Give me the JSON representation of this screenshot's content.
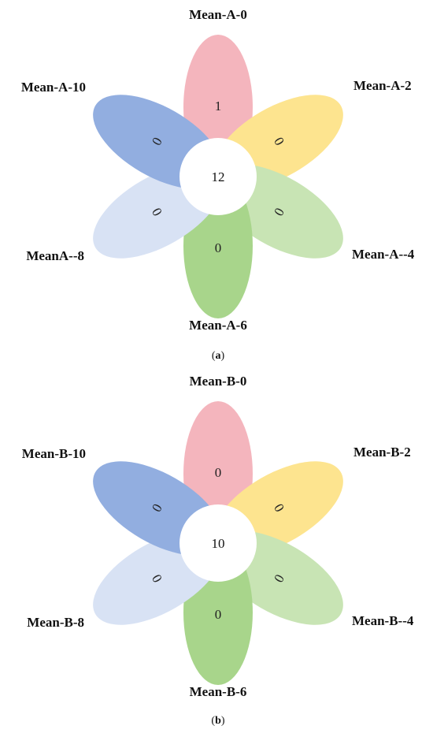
{
  "colors": {
    "pink": "#F4B5BD",
    "yellow": "#FDE48F",
    "light_green": "#C8E4B4",
    "green": "#A8D58B",
    "light_blue": "#D8E2F4",
    "blue": "#92AEE0",
    "center": "#FFFFFF"
  },
  "diagrams": [
    {
      "caption_letter": "a",
      "center_value": "12",
      "petals": [
        {
          "label": "Mean-A-0",
          "value": "1",
          "color": "pink"
        },
        {
          "label": "Mean-A-2",
          "value": "0",
          "color": "yellow"
        },
        {
          "label": "Mean-A--4",
          "value": "0",
          "color": "light_green"
        },
        {
          "label": "Mean-A-6",
          "value": "0",
          "color": "green"
        },
        {
          "label": "MeanA--8",
          "value": "0",
          "color": "light_blue"
        },
        {
          "label": "Mean-A-10",
          "value": "0",
          "color": "blue"
        }
      ]
    },
    {
      "caption_letter": "b",
      "center_value": "10",
      "petals": [
        {
          "label": "Mean-B-0",
          "value": "0",
          "color": "pink"
        },
        {
          "label": "Mean-B-2",
          "value": "0",
          "color": "yellow"
        },
        {
          "label": "Mean-B--4",
          "value": "0",
          "color": "light_green"
        },
        {
          "label": "Mean-B-6",
          "value": "0",
          "color": "green"
        },
        {
          "label": "Mean-B-8",
          "value": "0",
          "color": "light_blue"
        },
        {
          "label": "Mean-B-10",
          "value": "0",
          "color": "blue"
        }
      ]
    }
  ]
}
